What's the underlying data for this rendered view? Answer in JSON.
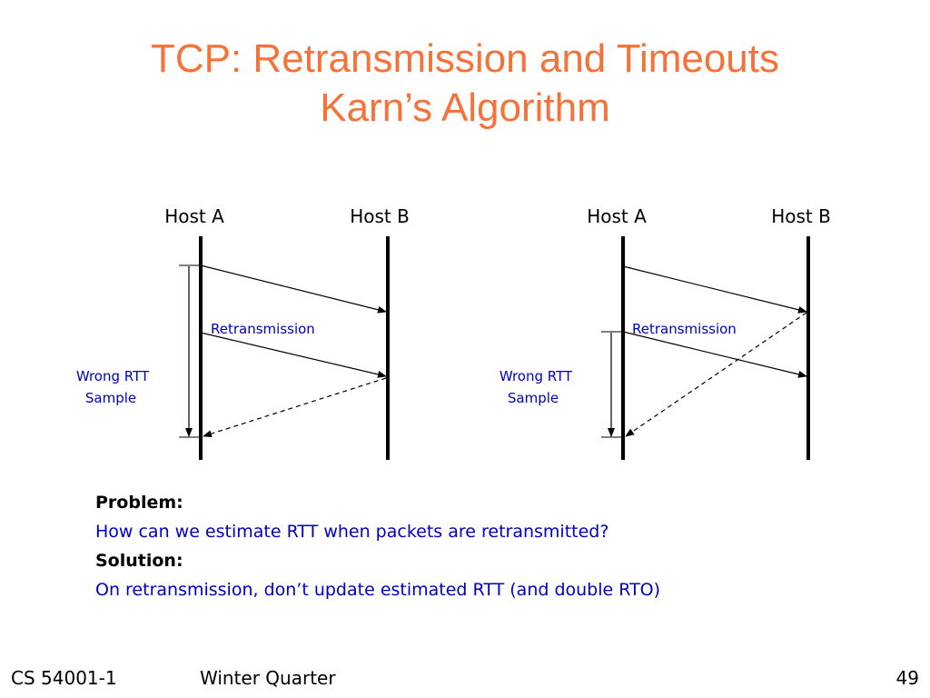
{
  "title": {
    "line1": "TCP: Retransmission and Timeouts",
    "line2": "Karn’s Algorithm"
  },
  "diagrams": {
    "left": {
      "host_a": "Host A",
      "host_b": "Host B",
      "retransmission_label": "Retransmission",
      "wrong_rtt_line1": "Wrong RTT",
      "wrong_rtt_line2": "Sample"
    },
    "right": {
      "host_a": "Host A",
      "host_b": "Host B",
      "retransmission_label": "Retransmission",
      "wrong_rtt_line1": "Wrong RTT",
      "wrong_rtt_line2": "Sample"
    }
  },
  "body": {
    "problem_heading": "Problem:",
    "problem_text": "How can we estimate RTT when packets are retransmitted?",
    "solution_heading": "Solution:",
    "solution_text": "On retransmission, don’t update estimated RTT (and double RTO)"
  },
  "footer": {
    "course": "CS 54001-1",
    "term": "Winter Quarter",
    "page": "49"
  },
  "colors": {
    "title": "#f4733a",
    "annotation": "#0000c0",
    "text": "#000000"
  }
}
